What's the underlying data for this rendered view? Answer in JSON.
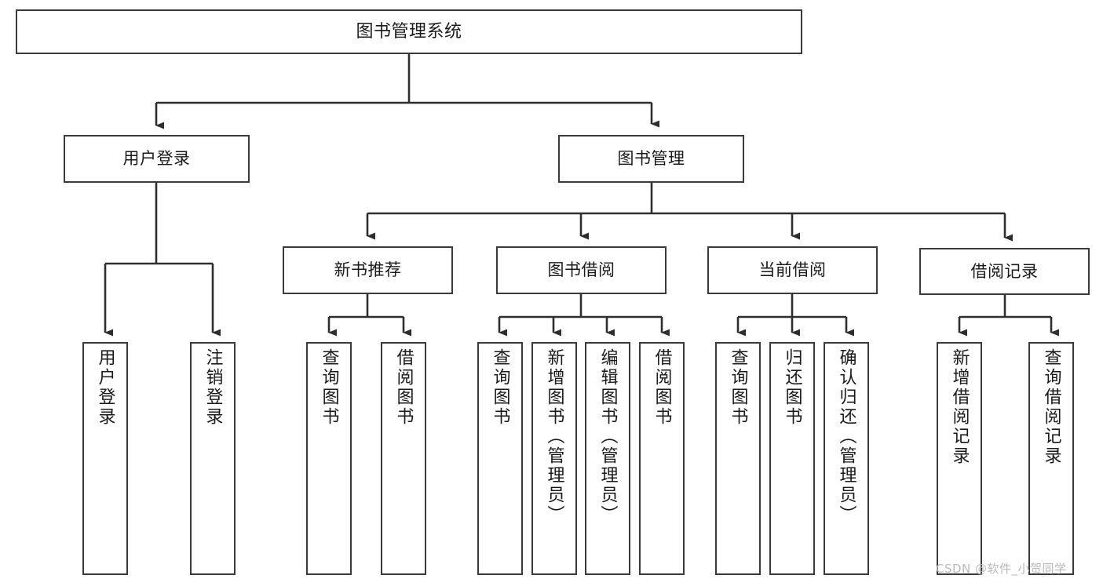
{
  "diagram": {
    "title": "图书管理系统",
    "type": "hierarchy-tree",
    "orientation": "top-down",
    "line_color": "#3a3a3a",
    "box_fill": "#ffffff",
    "background": "#ffffff",
    "nodes": {
      "root": {
        "label": "图书管理系统"
      },
      "level1": [
        {
          "id": "user-login",
          "label": "用户登录"
        },
        {
          "id": "book-manage",
          "label": "图书管理"
        }
      ],
      "level2": [
        {
          "id": "new-book-recommend",
          "label": "新书推荐",
          "parent": "book-manage"
        },
        {
          "id": "book-borrow",
          "label": "图书借阅",
          "parent": "book-manage"
        },
        {
          "id": "current-borrow",
          "label": "当前借阅",
          "parent": "book-manage"
        },
        {
          "id": "borrow-record",
          "label": "借阅记录",
          "parent": "book-manage"
        }
      ],
      "leaves": [
        {
          "id": "leaf-user-login",
          "label": "用户登录",
          "parent": "user-login"
        },
        {
          "id": "leaf-user-logout",
          "label": "注销登录",
          "parent": "user-login"
        },
        {
          "id": "leaf-query-book-1",
          "label": "查询图书",
          "parent": "new-book-recommend"
        },
        {
          "id": "leaf-borrow-book-1",
          "label": "借阅图书",
          "parent": "new-book-recommend"
        },
        {
          "id": "leaf-query-book-2",
          "label": "查询图书",
          "parent": "book-borrow"
        },
        {
          "id": "leaf-add-book",
          "label": "新增图书（管理员）",
          "parent": "book-borrow"
        },
        {
          "id": "leaf-edit-book",
          "label": "编辑图书（管理员）",
          "parent": "book-borrow"
        },
        {
          "id": "leaf-borrow-book-2",
          "label": "借阅图书",
          "parent": "book-borrow"
        },
        {
          "id": "leaf-query-book-3",
          "label": "查询图书",
          "parent": "current-borrow"
        },
        {
          "id": "leaf-return-book",
          "label": "归还图书",
          "parent": "current-borrow"
        },
        {
          "id": "leaf-confirm-return",
          "label": "确认归还（管理员）",
          "parent": "current-borrow"
        },
        {
          "id": "leaf-add-record",
          "label": "新增借阅记录",
          "parent": "borrow-record"
        },
        {
          "id": "leaf-query-record",
          "label": "查询借阅记录",
          "parent": "borrow-record"
        }
      ]
    }
  },
  "watermark": {
    "text": "CSDN @软件_小贺同学"
  }
}
